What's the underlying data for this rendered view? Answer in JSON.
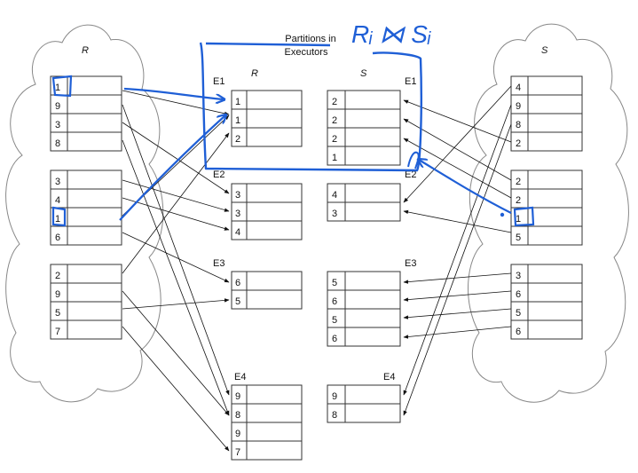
{
  "title": {
    "line1": "Partitions in",
    "line2": "Executors"
  },
  "handwritten_annotation": "Rᵢ ⋈ Sᵢ",
  "left_cloud": {
    "label": "R",
    "partitions": [
      [
        "1",
        "9",
        "3",
        "8"
      ],
      [
        "3",
        "4",
        "1",
        "6"
      ],
      [
        "2",
        "9",
        "5",
        "7"
      ]
    ]
  },
  "right_cloud": {
    "label": "S",
    "partitions": [
      [
        "4",
        "9",
        "8",
        "2"
      ],
      [
        "2",
        "2",
        "1",
        "5"
      ],
      [
        "3",
        "6",
        "5",
        "6"
      ]
    ]
  },
  "columns": {
    "r_header": "R",
    "s_header": "S"
  },
  "executors": [
    {
      "left_label": "E1",
      "right_label": "E1",
      "r": [
        "1",
        "1",
        "2"
      ],
      "s": [
        "2",
        "2",
        "2",
        "1"
      ]
    },
    {
      "left_label": "E2",
      "right_label": "E2",
      "r": [
        "3",
        "3",
        "4"
      ],
      "s": [
        "4",
        "3"
      ]
    },
    {
      "left_label": "E3",
      "right_label": "E3",
      "r": [
        "6",
        "5"
      ],
      "s": [
        "5",
        "6",
        "5",
        "6"
      ]
    },
    {
      "left_label": "E4",
      "right_label": "E4",
      "r": [
        "9",
        "8",
        "9",
        "7"
      ],
      "s": [
        "9",
        "8"
      ]
    }
  ],
  "colors": {
    "ink": "#111111",
    "annotation": "#1f5fd6",
    "cloud": "#888888",
    "cell_border": "#333333"
  }
}
